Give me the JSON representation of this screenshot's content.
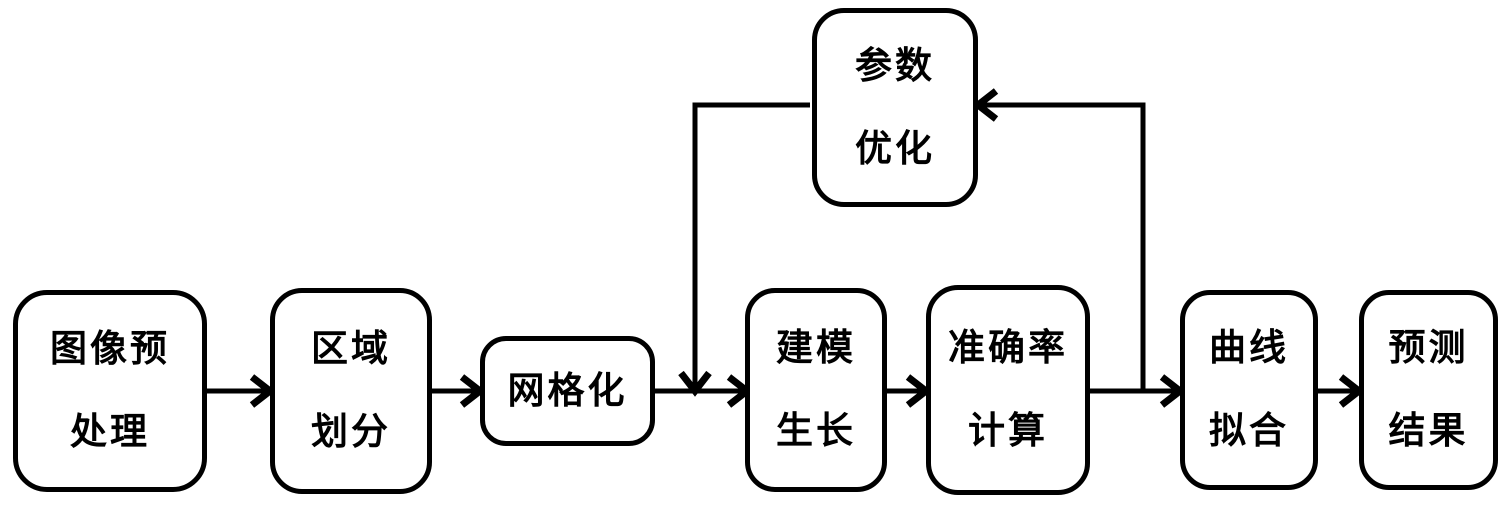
{
  "diagram": {
    "type": "flowchart",
    "title": "",
    "background_color": "#ffffff",
    "stroke_color": "#000000",
    "orientation": "left-to-right with feedback loop",
    "nodes": [
      {
        "id": "image-preprocessing",
        "lines": [
          "图像预",
          "处理"
        ],
        "shape": "rounded-rectangle"
      },
      {
        "id": "region-division",
        "lines": [
          "区域",
          "划分"
        ],
        "shape": "rounded-rectangle"
      },
      {
        "id": "gridding",
        "lines": [
          "网格化"
        ],
        "shape": "rounded-rectangle"
      },
      {
        "id": "modeling-growth",
        "lines": [
          "建模",
          "生长"
        ],
        "shape": "rounded-rectangle"
      },
      {
        "id": "accuracy-calculation",
        "lines": [
          "准确率",
          "计算"
        ],
        "shape": "rounded-rectangle"
      },
      {
        "id": "curve-fitting",
        "lines": [
          "曲线",
          "拟合"
        ],
        "shape": "rounded-rectangle"
      },
      {
        "id": "prediction-result",
        "lines": [
          "预测",
          "结果"
        ],
        "shape": "rounded-rectangle"
      },
      {
        "id": "parameter-optimization",
        "lines": [
          "参数",
          "优化"
        ],
        "shape": "rounded-rectangle"
      }
    ],
    "edges": [
      {
        "from": "image-preprocessing",
        "to": "region-division",
        "arrow": "single"
      },
      {
        "from": "region-division",
        "to": "gridding",
        "arrow": "single"
      },
      {
        "from": "gridding",
        "to": "modeling-growth",
        "arrow": "single"
      },
      {
        "from": "modeling-growth",
        "to": "accuracy-calculation",
        "arrow": "single"
      },
      {
        "from": "accuracy-calculation",
        "to": "curve-fitting",
        "arrow": "single"
      },
      {
        "from": "curve-fitting",
        "to": "prediction-result",
        "arrow": "single"
      },
      {
        "from": "accuracy-calculation",
        "to": "parameter-optimization",
        "arrow": "single",
        "routing": "up-then-left"
      },
      {
        "from": "parameter-optimization",
        "to": "modeling-growth",
        "arrow": "single",
        "routing": "left-then-down"
      }
    ]
  }
}
